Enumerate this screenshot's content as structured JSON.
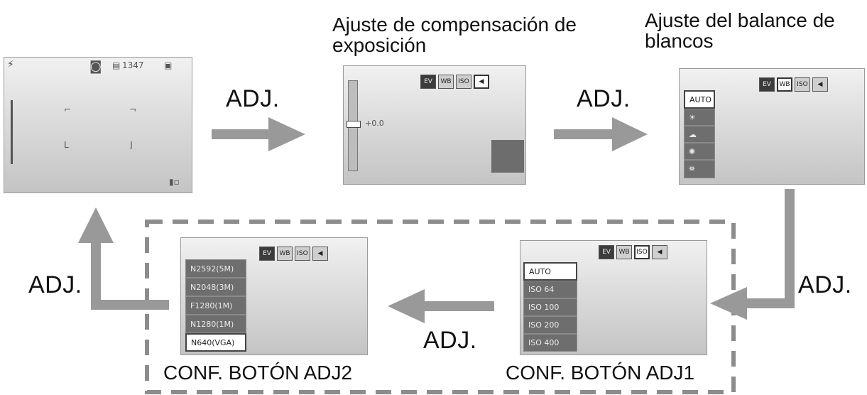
{
  "captions": {
    "exposure": "Ajuste de compensación de exposición",
    "white_balance": "Ajuste del balance de blancos",
    "conf_adj1": "CONF. BOTÓN ADJ1",
    "conf_adj2": "CONF. BOTÓN ADJ2"
  },
  "adj_label": "ADJ.",
  "screens": {
    "shooting": {
      "shots_left": "1347",
      "icons": [
        "flash-icon",
        "camera-icon",
        "memory-card-icon",
        "battery-icon"
      ]
    },
    "exposure": {
      "value": "+0.0",
      "icons": [
        "EV",
        "WB",
        "ISO",
        "◀"
      ]
    },
    "white_balance": {
      "icons": [
        "EV",
        "WB",
        "ISO",
        "◀"
      ],
      "options": [
        "AUTO",
        "☀",
        "☁",
        "✺",
        "⛯"
      ]
    },
    "iso": {
      "icons": [
        "EV",
        "WB",
        "ISO",
        "◀"
      ],
      "options": [
        "AUTO",
        "ISO 64",
        "ISO 100",
        "ISO 200",
        "ISO 400"
      ]
    },
    "image_size": {
      "icons": [
        "EV",
        "WB",
        "ISO",
        "◀"
      ],
      "options": [
        "N2592(5M)",
        "N2048(3M)",
        "F1280(1M)",
        "N1280(1M)",
        "N640(VGA)"
      ]
    }
  },
  "colors": {
    "arrow": "#999999",
    "dashed_border": "#8c8c8c"
  }
}
